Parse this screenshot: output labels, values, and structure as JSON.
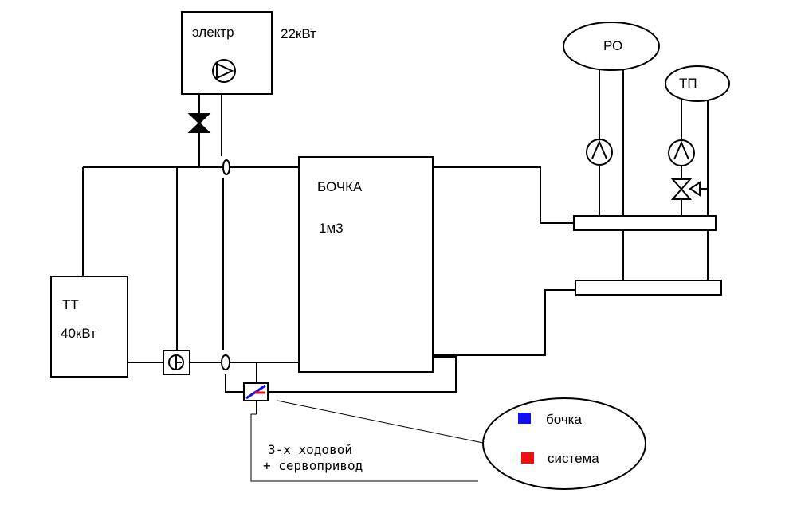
{
  "labels": {
    "electric_boiler": "электр",
    "electric_power": "22кВт",
    "solid_fuel_boiler": "ТТ",
    "solid_fuel_power": "40кВт",
    "tank": "БОЧКА",
    "tank_volume": "1м3",
    "radiators": "РО",
    "floor_heating": "ТП",
    "valve_line1": "3-х ходовой",
    "valve_line2": "+ сервопривод"
  },
  "legend": {
    "items": [
      {
        "label": "бочка",
        "color": "#1010ee"
      },
      {
        "label": "система",
        "color": "#ee1010"
      }
    ]
  }
}
